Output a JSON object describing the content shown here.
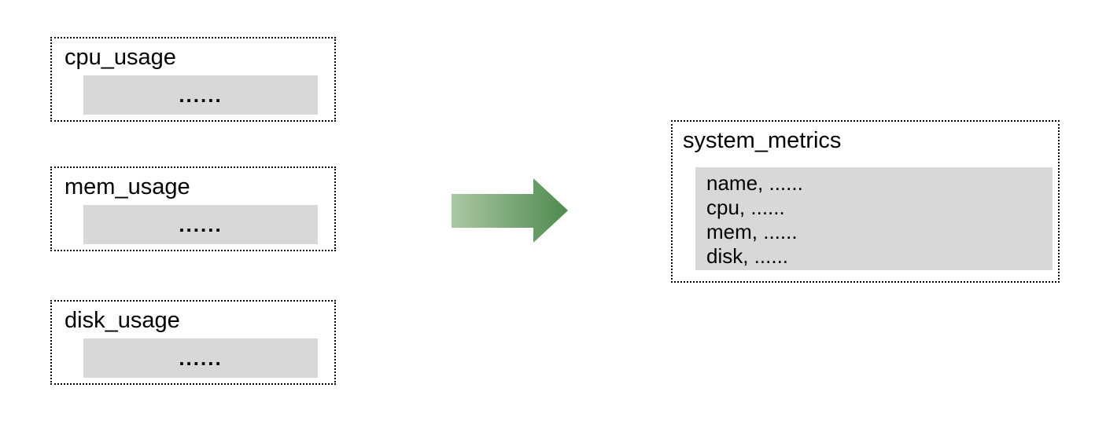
{
  "diagram": {
    "sources": [
      {
        "title": "cpu_usage",
        "bar_text": "......"
      },
      {
        "title": "mem_usage",
        "bar_text": "......"
      },
      {
        "title": "disk_usage",
        "bar_text": "......"
      }
    ],
    "arrow": {
      "direction": "right"
    },
    "target": {
      "title": "system_metrics",
      "fields": [
        "name, ......",
        "cpu, ......",
        "mem, ......",
        "disk, ......"
      ]
    },
    "colors": {
      "arrow_gradient_start": "#abc7a3",
      "arrow_gradient_end": "#4e8a4e",
      "bar_fill": "#d8d8d8",
      "border": "#000000"
    }
  }
}
